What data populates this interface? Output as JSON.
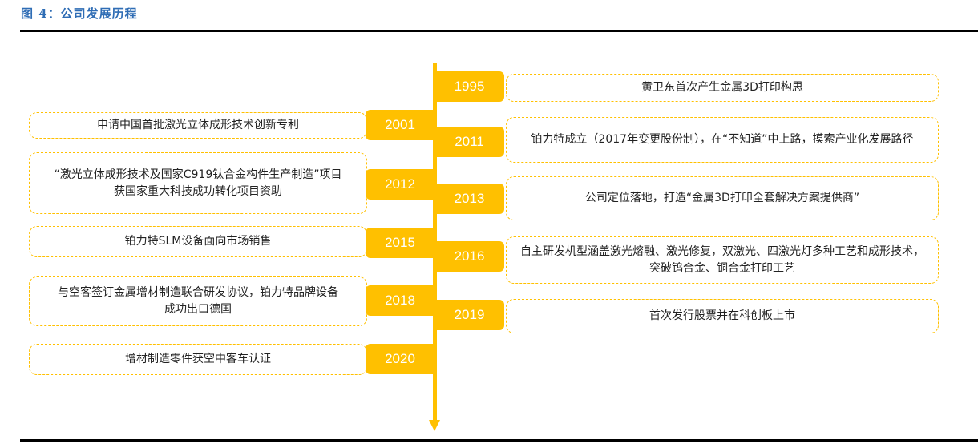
{
  "figure": {
    "title": "图 4：公司发展历程"
  },
  "colors": {
    "accent": "#ffc000",
    "title": "#2f6db5",
    "rule": "#000000"
  },
  "timeline": {
    "left": [
      {
        "year": "2001",
        "text": "申请中国首批激光立体成形技术创新专利"
      },
      {
        "year": "2012",
        "text": "“激光立体成形技术及国家C919钛合金构件生产制造”项目获国家重大科技成功转化项目资助"
      },
      {
        "year": "2015",
        "text": "铂力特SLM设备面向市场销售"
      },
      {
        "year": "2018",
        "text": "与空客签订金属增材制造联合研发协议，铂力特品牌设备成功出口德国"
      },
      {
        "year": "2020",
        "text": "增材制造零件获空中客车认证"
      }
    ],
    "right": [
      {
        "year": "1995",
        "text": "黄卫东首次产生金属3D打印构思"
      },
      {
        "year": "2011",
        "text": "铂力特成立（2017年变更股份制），在“不知道”中上路，摸索产业化发展路径"
      },
      {
        "year": "2013",
        "text": "公司定位落地，打造“金属3D打印全套解决方案提供商”"
      },
      {
        "year": "2016",
        "text": "自主研发机型涵盖激光熔融、激光修复，双激光、四激光灯多种工艺和成形技术，突破钨合金、铜合金打印工艺"
      },
      {
        "year": "2019",
        "text": "首次发行股票并在科创板上市"
      }
    ]
  }
}
